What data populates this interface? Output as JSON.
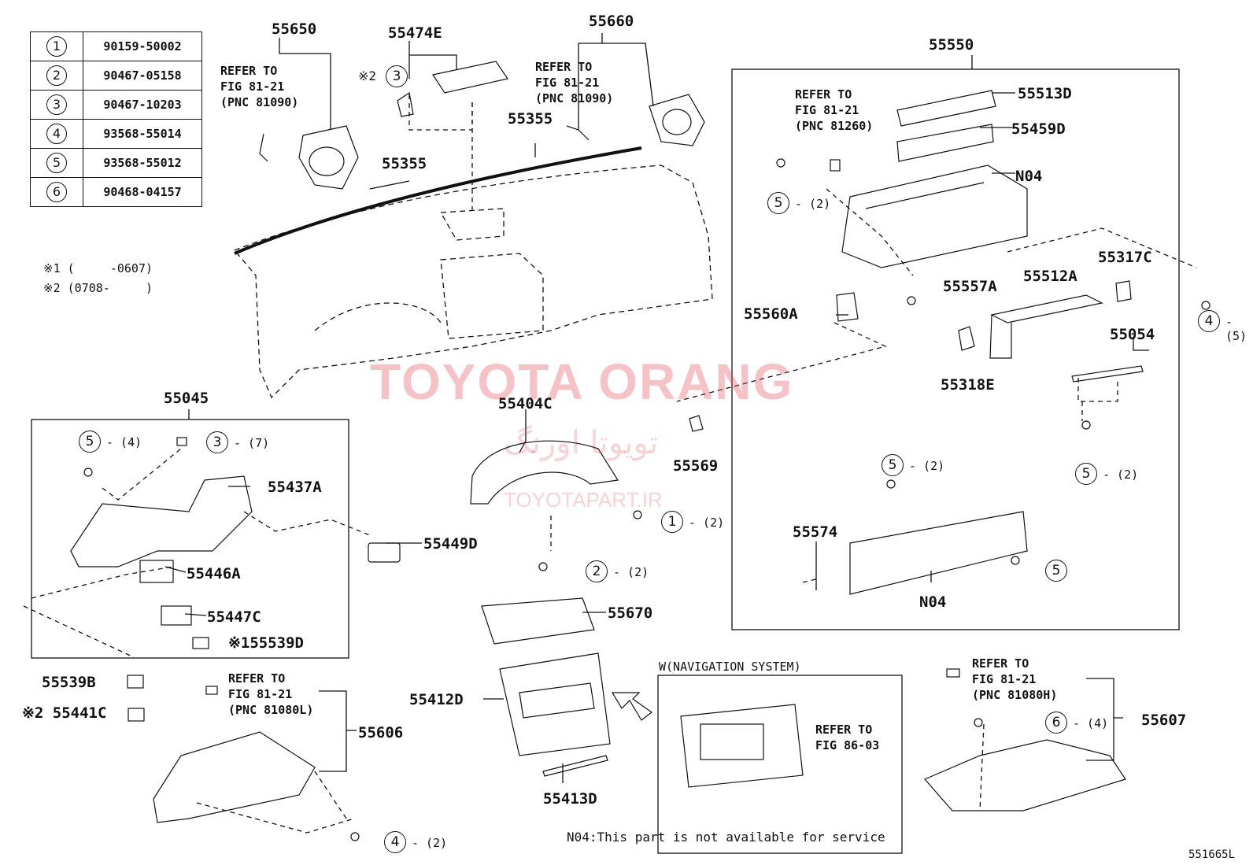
{
  "legend": [
    {
      "num": "1",
      "part": "90159-50002"
    },
    {
      "num": "2",
      "part": "90467-05158"
    },
    {
      "num": "3",
      "part": "90467-10203"
    },
    {
      "num": "4",
      "part": "93568-55014"
    },
    {
      "num": "5",
      "part": "93568-55012"
    },
    {
      "num": "6",
      "part": "90468-04157"
    }
  ],
  "notes": {
    "note1": "※1 (     -0607)",
    "note2": "※2 (0708-     )",
    "n04": "N04:This part is not available for service",
    "figure_id": "551665L"
  },
  "watermark": {
    "main": "TOYOTA ORANG",
    "persian": "تویوتا اورنگ",
    "site": "TOYOTAPART.IR"
  },
  "labels": {
    "p55650": "55650",
    "p55474E": "55474E",
    "p55660": "55660",
    "p55550": "55550",
    "p55355a": "55355",
    "p55355b": "55355",
    "p55513D": "55513D",
    "p55459D": "55459D",
    "pN04a": "N04",
    "p55557A": "55557A",
    "p55512A": "55512A",
    "p55317C": "55317C",
    "p55560A": "55560A",
    "p55318E": "55318E",
    "p55054": "55054",
    "p55045": "55045",
    "p55404C": "55404C",
    "p55569": "55569",
    "p55437A": "55437A",
    "p55449D": "55449D",
    "p55446A": "55446A",
    "p55447C": "55447C",
    "p55539D": "※155539D",
    "p55539B": "55539B",
    "p55441C": "※2 55441C",
    "p55606": "55606",
    "p55670": "55670",
    "p55412D": "55412D",
    "p55413D": "55413D",
    "p55574": "55574",
    "pN04b": "N04",
    "p55607": "55607",
    "nav_title": "W(NAVIGATION SYSTEM)"
  },
  "refs": {
    "r1": "REFER TO\nFIG 81-21\n(PNC 81090)",
    "r2": "REFER TO\nFIG 81-21\n(PNC 81090)",
    "r3": "REFER TO\nFIG 81-21\n(PNC 81260)",
    "r4": "REFER TO\nFIG 81-21\n(PNC 81080L)",
    "r5": "REFER TO\nFIG 86-03",
    "r6": "REFER TO\nFIG 81-21\n(PNC 81080H)"
  },
  "callouts": {
    "c_5_2a": {
      "num": "5",
      "qty": "- (2)"
    },
    "c_4_5": {
      "num": "4",
      "qty": "- (5)"
    },
    "c_5_2b": {
      "num": "5",
      "qty": "- (2)"
    },
    "c_5_2c": {
      "num": "5",
      "qty": "- (2)"
    },
    "c_5_b": {
      "num": "5",
      "qty": ""
    },
    "c_5_4": {
      "num": "5",
      "qty": "- (4)"
    },
    "c_3_7": {
      "num": "3",
      "qty": "- (7)"
    },
    "c_1_2": {
      "num": "1",
      "qty": "- (2)"
    },
    "c_2_2": {
      "num": "2",
      "qty": "- (2)"
    },
    "c_4_2": {
      "num": "4",
      "qty": "- (2)"
    },
    "c_6_4": {
      "num": "6",
      "qty": "- (4)"
    },
    "c_3_x2": {
      "num": "3",
      "qty": ""
    },
    "x2_mark": "※2"
  }
}
